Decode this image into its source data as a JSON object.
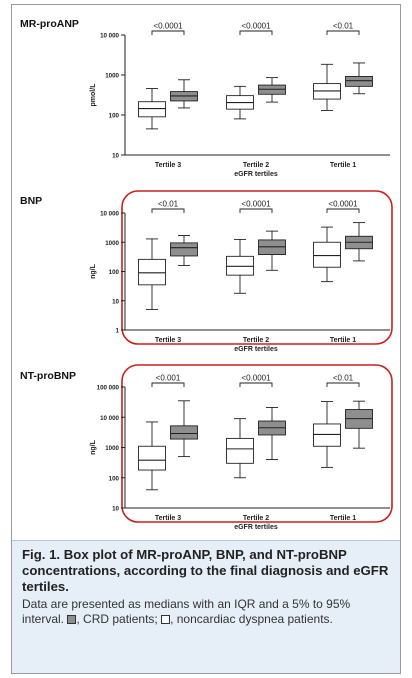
{
  "legend_colors": {
    "crd": "#8e8e8e",
    "noncardiac": "#ffffff"
  },
  "highlight_color": "#c9211e",
  "caption": {
    "title": "Fig. 1. Box plot of MR-proANP, BNP, and NT-proBNP concentrations, according to the final diagnosis and eGFR tertiles.",
    "body_start": "Data are presented as medians with an IQR and a 5% to 95% interval.",
    "crd_label": ", CRD patients;",
    "noncardiac_label": ", noncardiac dyspnea patients."
  },
  "chart_data": [
    {
      "type": "box",
      "title": "MR-proANP",
      "ylabel": "pmol/L",
      "xlabel": "eGFR tertiles",
      "yscale": "log",
      "ylim": [
        10,
        10000
      ],
      "yticks": [
        10,
        100,
        1000,
        10000
      ],
      "ytick_labels": [
        "10",
        "100",
        "1000",
        "10 000"
      ],
      "highlighted": false,
      "categories": [
        "Tertile 3",
        "Tertile 2",
        "Tertile 1"
      ],
      "p_values": [
        "<0.0001",
        "<0.0001",
        "<0.01"
      ],
      "series": [
        {
          "color": "#ffffff",
          "boxes": [
            {
              "whislo": 45,
              "q1": 90,
              "med": 145,
              "q3": 215,
              "whishi": 460
            },
            {
              "whislo": 80,
              "q1": 140,
              "med": 205,
              "q3": 305,
              "whishi": 520
            },
            {
              "whislo": 130,
              "q1": 250,
              "med": 400,
              "q3": 610,
              "whishi": 1850
            }
          ]
        },
        {
          "color": "#8e8e8e",
          "boxes": [
            {
              "whislo": 150,
              "q1": 225,
              "med": 300,
              "q3": 385,
              "whishi": 760
            },
            {
              "whislo": 210,
              "q1": 330,
              "med": 440,
              "q3": 560,
              "whishi": 860
            },
            {
              "whislo": 340,
              "q1": 520,
              "med": 720,
              "q3": 920,
              "whishi": 2000
            }
          ]
        }
      ]
    },
    {
      "type": "box",
      "title": "BNP",
      "ylabel": "ng/L",
      "xlabel": "eGFR tertiles",
      "yscale": "log",
      "ylim": [
        1,
        10000
      ],
      "yticks": [
        1,
        10,
        100,
        1000,
        10000
      ],
      "ytick_labels": [
        "1",
        "10",
        "100",
        "1000",
        "10 000"
      ],
      "highlighted": true,
      "categories": [
        "Tertile 3",
        "Tertile 2",
        "Tertile 1"
      ],
      "p_values": [
        "<0.01",
        "<0.0001",
        "<0.0001"
      ],
      "series": [
        {
          "color": "#ffffff",
          "boxes": [
            {
              "whislo": 5,
              "q1": 35,
              "med": 90,
              "q3": 260,
              "whishi": 1300
            },
            {
              "whislo": 18,
              "q1": 75,
              "med": 150,
              "q3": 330,
              "whishi": 1250
            },
            {
              "whislo": 45,
              "q1": 140,
              "med": 350,
              "q3": 1000,
              "whishi": 3300
            }
          ]
        },
        {
          "color": "#8e8e8e",
          "boxes": [
            {
              "whislo": 160,
              "q1": 340,
              "med": 650,
              "q3": 950,
              "whishi": 1700
            },
            {
              "whislo": 110,
              "q1": 380,
              "med": 700,
              "q3": 1200,
              "whishi": 2400
            },
            {
              "whislo": 230,
              "q1": 600,
              "med": 1000,
              "q3": 1600,
              "whishi": 4700
            }
          ]
        }
      ]
    },
    {
      "type": "box",
      "title": "NT-proBNP",
      "ylabel": "ng/L",
      "xlabel": "eGFR tertiles",
      "yscale": "log",
      "ylim": [
        10,
        100000
      ],
      "yticks": [
        10,
        100,
        1000,
        10000,
        100000
      ],
      "ytick_labels": [
        "10",
        "100",
        "1000",
        "10 000",
        "100 000"
      ],
      "highlighted": true,
      "categories": [
        "Tertile 3",
        "Tertile 2",
        "Tertile 1"
      ],
      "p_values": [
        "<0.001",
        "<0.0001",
        "<0.01"
      ],
      "series": [
        {
          "color": "#ffffff",
          "boxes": [
            {
              "whislo": 40,
              "q1": 180,
              "med": 380,
              "q3": 1100,
              "whishi": 7000
            },
            {
              "whislo": 100,
              "q1": 300,
              "med": 900,
              "q3": 2000,
              "whishi": 9000
            },
            {
              "whislo": 220,
              "q1": 1100,
              "med": 2700,
              "q3": 6000,
              "whishi": 33000
            }
          ]
        },
        {
          "color": "#8e8e8e",
          "boxes": [
            {
              "whislo": 500,
              "q1": 1900,
              "med": 2900,
              "q3": 5200,
              "whishi": 35000
            },
            {
              "whislo": 400,
              "q1": 2600,
              "med": 4500,
              "q3": 7500,
              "whishi": 21000
            },
            {
              "whislo": 950,
              "q1": 4300,
              "med": 9000,
              "q3": 18000,
              "whishi": 34000
            }
          ]
        }
      ]
    }
  ]
}
